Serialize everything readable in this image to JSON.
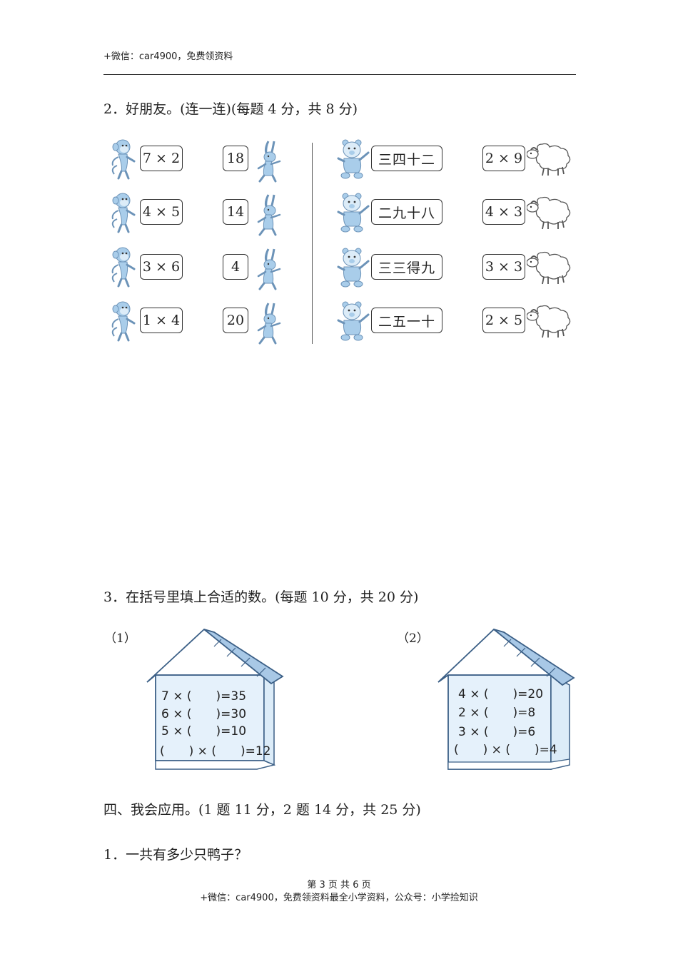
{
  "header": {
    "watermark": "+微信：car4900，免费领资料"
  },
  "q2": {
    "title": "2．好朋友。(连一连)(每题 4 分，共 8 分)",
    "monkey_boxes": [
      "7 × 2",
      "4 × 5",
      "3 × 6",
      "1 × 4"
    ],
    "rabbit_boxes": [
      "18",
      "14",
      "4",
      "20"
    ],
    "bear_boxes": [
      "三四十二",
      "二九十八",
      "三三得九",
      "二五一十"
    ],
    "sheep_boxes": [
      "2 × 9",
      "4 × 3",
      "3 × 3",
      "2 × 5"
    ]
  },
  "q3": {
    "title": "3．在括号里填上合适的数。(每题 10 分，共 20 分)",
    "house1": {
      "label": "（1）",
      "lines": [
        "7 × (　　)=35",
        "6 × (　　)=30",
        "5 × (　　)=10",
        "(　　) × (　　)=12"
      ]
    },
    "house2": {
      "label": "（2）",
      "lines": [
        "4 × (　　)=20",
        "2 × (　　)=8",
        "3 × (　　)=6",
        "(　　) × (　　)=4"
      ]
    }
  },
  "section4": {
    "title": "四、我会应用。(1 题 11 分，2 题 14 分，共 25 分)",
    "q1": "1．一共有多少只鸭子？"
  },
  "footer": {
    "page": "第 3 页 共 6 页",
    "watermark": "+微信：car4900，免费领资料最全小学资料，公众号：小学捡知识"
  },
  "colors": {
    "animal": "#a9cdea",
    "house_fill": "#e5f1fb",
    "house_line": "#3b5f86",
    "roof": "#a8c8e6"
  }
}
